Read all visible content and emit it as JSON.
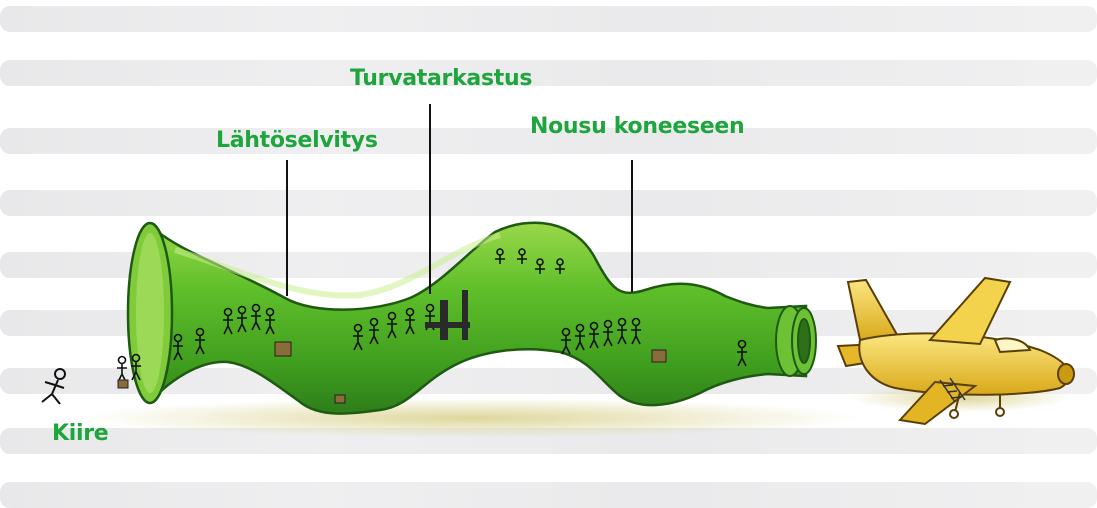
{
  "labels": {
    "check_in": "Lähtöselvitys",
    "security": "Turvatarkastus",
    "boarding": "Nousu koneeseen",
    "rush": "Kiire"
  },
  "colors": {
    "label_green": "#1fa53d",
    "bottle_green": "#5fbf2a",
    "bottle_dark": "#2e7d1a",
    "plane_yellow": "#f1cf3a",
    "background_text": "#e6e6e8"
  },
  "icons": [
    "running-person-icon",
    "bottle-icon",
    "airplane-icon",
    "crowd-icon"
  ]
}
